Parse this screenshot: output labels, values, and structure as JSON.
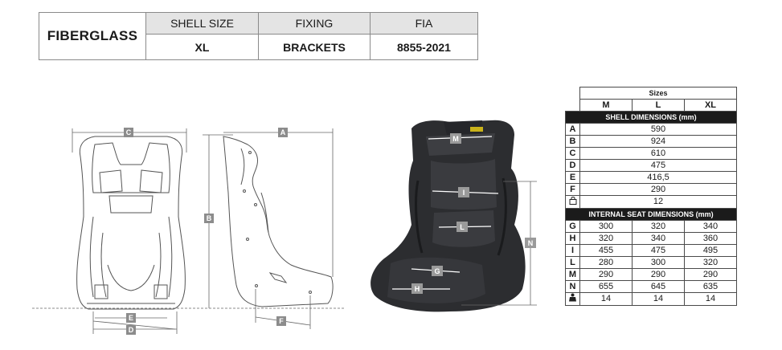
{
  "spec": {
    "material": "FIBERGLASS",
    "headers": [
      "SHELL SIZE",
      "FIXING",
      "FIA"
    ],
    "values": [
      "XL",
      "BRACKETS",
      "8855-2021"
    ]
  },
  "drawing_labels": {
    "front": [
      "C",
      "E",
      "D"
    ],
    "side": [
      "A",
      "B",
      "F"
    ],
    "photo": [
      "M",
      "I",
      "L",
      "G",
      "H",
      "N"
    ]
  },
  "dimensions": {
    "sizes_label": "Sizes",
    "columns": [
      "M",
      "L",
      "XL"
    ],
    "shell_title": "SHELL DIMENSIONS (mm)",
    "shell_rows": [
      {
        "key": "A",
        "value": "590"
      },
      {
        "key": "B",
        "value": "924"
      },
      {
        "key": "C",
        "value": "610"
      },
      {
        "key": "D",
        "value": "475"
      },
      {
        "key": "E",
        "value": "416,5"
      },
      {
        "key": "F",
        "value": "290"
      },
      {
        "key": "lock-icon",
        "value": "12"
      }
    ],
    "internal_title": "INTERNAL SEAT DIMENSIONS (mm)",
    "internal_rows": [
      {
        "key": "G",
        "values": [
          "300",
          "320",
          "340"
        ]
      },
      {
        "key": "H",
        "values": [
          "320",
          "340",
          "360"
        ]
      },
      {
        "key": "I",
        "values": [
          "455",
          "475",
          "495"
        ]
      },
      {
        "key": "L",
        "values": [
          "280",
          "300",
          "320"
        ]
      },
      {
        "key": "M",
        "values": [
          "290",
          "290",
          "290"
        ]
      },
      {
        "key": "N",
        "values": [
          "655",
          "645",
          "635"
        ]
      },
      {
        "key": "weight-icon",
        "values": [
          "14",
          "14",
          "14"
        ]
      }
    ]
  }
}
